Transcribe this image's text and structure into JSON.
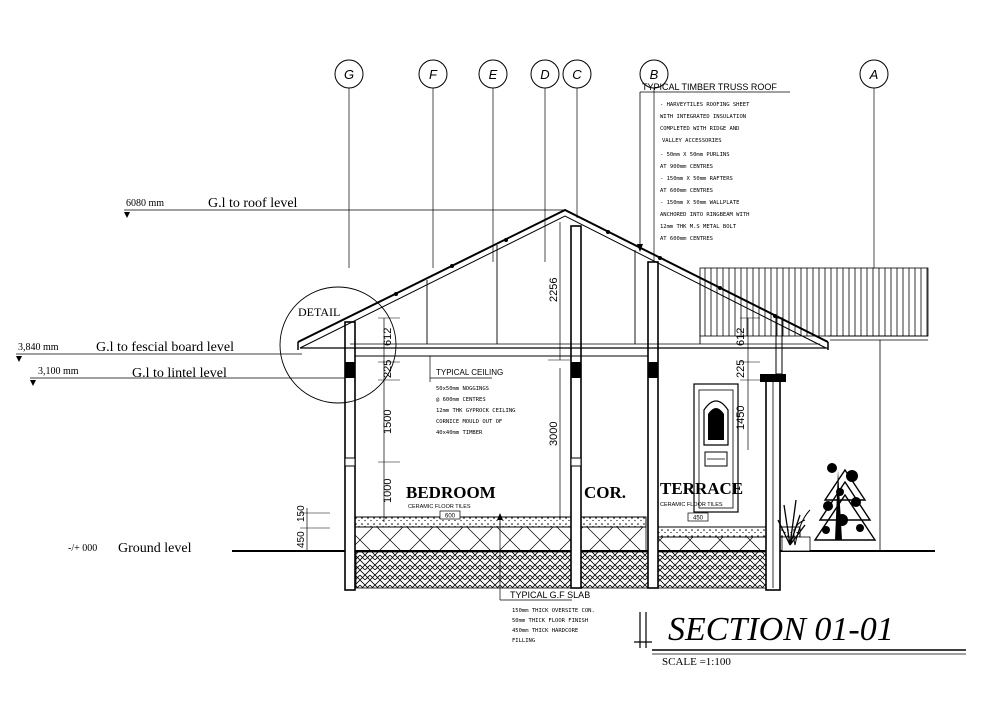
{
  "grid_labels": [
    "G",
    "F",
    "E",
    "D",
    "C",
    "B",
    "A"
  ],
  "levels": {
    "roof": {
      "value": "6080 mm",
      "label": "G.l to  roof  level"
    },
    "fascia": {
      "value": "3,840 mm",
      "label": "G.l to fescial board level"
    },
    "lintel": {
      "value": "3,100 mm",
      "label": "G.l to lintel  level"
    },
    "ground": {
      "value": "-/+ 000",
      "label": "Ground level"
    }
  },
  "dimensions": {
    "d_612_left": "612",
    "d_225_left": "225",
    "d_1500": "1500",
    "d_1000": "1000",
    "d_150": "150",
    "d_450": "450",
    "d_2256": "2256",
    "d_3000": "3000",
    "d_612_right": "612",
    "d_225_right": "225",
    "d_1450": "1450"
  },
  "detail_label": "DETAIL",
  "rooms": {
    "bedroom": "BEDROOM",
    "bedroom_finish": "CERAMIC FLOOR TILES",
    "bedroom_tag": "600",
    "corridor": "COR.",
    "terrace": "TERRACE",
    "terrace_finish": "CERAMIC FLOOR TILES",
    "terrace_tag": "450"
  },
  "notes": {
    "truss_title": "TYPICAL TIMBER TRUSS ROOF",
    "truss_lines": [
      "- HARVEYTILES ROOFING SHEET",
      "WITH INTEGRATED INSULATION",
      "COMPLETED WITH RIDGE AND",
      "VALLEY ACCESSORIES",
      "- 50mm X 50mm PURLINS",
      "AT 900mm CENTRES",
      "- 150mm X 50mm RAFTERS",
      "AT 600mm CENTRES",
      "- 150mm X 50mm WALLPLATE",
      "ANCHORED INTO RINGBEAM WITH",
      "12mm THK M.S METAL BOLT",
      "AT 600mm CENTRES"
    ],
    "ceiling_title": "TYPICAL CEILING",
    "ceiling_lines": [
      "50x50mm NOGGINGS",
      "@ 600mm CENTRES",
      "12mm THK GYPROCK CEILING",
      "CORNICE MOULD OUT OF",
      "40x40mm TIMBER"
    ],
    "slab_title": "TYPICAL G.F SLAB",
    "slab_lines": [
      "150mm THICK OVERSITE CON.",
      "50mm THICK FLOOR FINISH",
      "450mm THICK HARDCORE",
      "FILLING"
    ]
  },
  "title": {
    "main": "SECTION 01-01",
    "scale": "SCALE =1:100"
  }
}
